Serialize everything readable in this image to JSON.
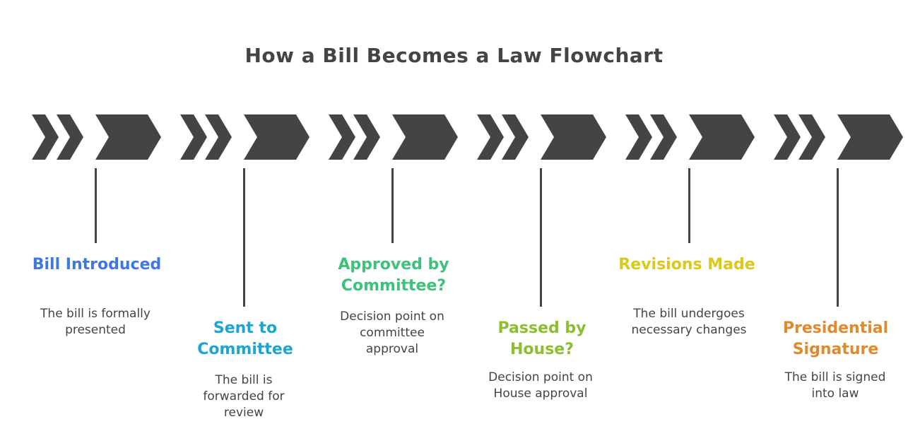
{
  "title": "How a Bill Becomes a Law Flowchart",
  "colors": {
    "arrow": "#444444",
    "connector": "#444444",
    "text": "#444444"
  },
  "steps": [
    {
      "title": "Bill Introduced",
      "description": "The bill is formally presented",
      "color": "#3f78e0",
      "placement": "upper"
    },
    {
      "title": "Sent to Committee",
      "description": "The bill is forwarded for review",
      "color": "#1aa6d2",
      "placement": "lower"
    },
    {
      "title": "Approved by Committee?",
      "description": "Decision point on committee approval",
      "color": "#3ec27a",
      "placement": "upper"
    },
    {
      "title": "Passed by House?",
      "description": "Decision point on House approval",
      "color": "#8bbf2c",
      "placement": "lower"
    },
    {
      "title": "Revisions Made",
      "description": "The bill undergoes necessary changes",
      "color": "#dcc818",
      "placement": "upper"
    },
    {
      "title": "Presidential Signature",
      "description": "The bill is signed into law",
      "color": "#e08a2c",
      "placement": "lower"
    }
  ]
}
